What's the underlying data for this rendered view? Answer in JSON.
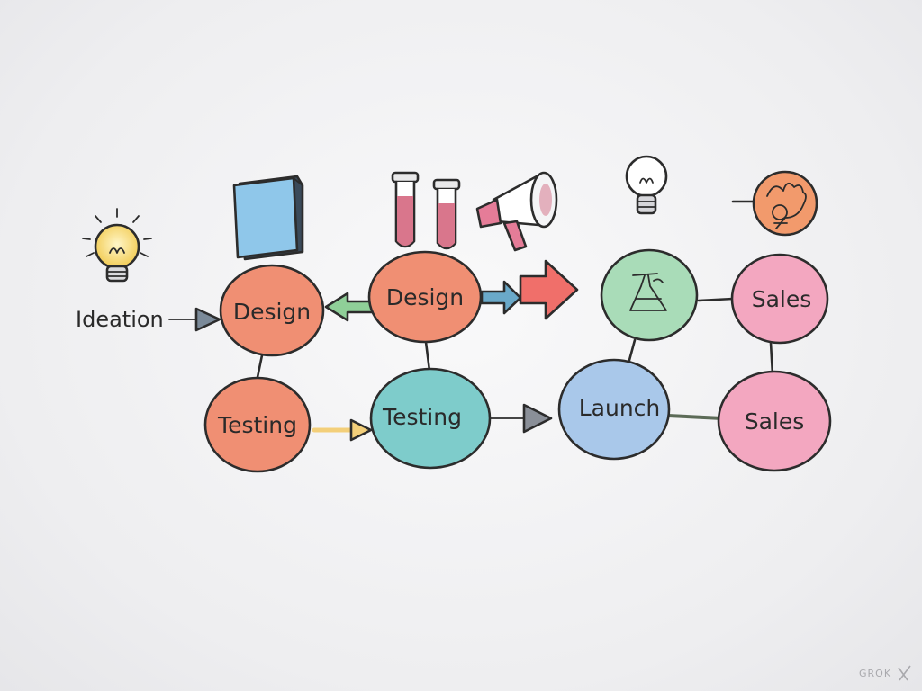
{
  "diagram": {
    "ideation_label": "Ideation",
    "nodes": [
      {
        "id": "design-left",
        "label": "Design",
        "color": "#f08f73"
      },
      {
        "id": "design-top",
        "label": "Design",
        "color": "#f08f73"
      },
      {
        "id": "testing-left",
        "label": "Testing",
        "color": "#f08f73"
      },
      {
        "id": "testing-mid",
        "label": "Testing",
        "color": "#7ecccb"
      },
      {
        "id": "launch",
        "label": "Launch",
        "color": "#a9c8ea"
      },
      {
        "id": "flask-node",
        "label": "",
        "color": "#a9dcb8"
      },
      {
        "id": "sales-top",
        "label": "Sales",
        "color": "#f3a7c0"
      },
      {
        "id": "sales-bottom",
        "label": "Sales",
        "color": "#f3a7c0"
      }
    ],
    "icons": [
      "lightbulb-glowing-icon",
      "book-icon",
      "test-tubes-icon",
      "megaphone-icon",
      "lightbulb-outline-icon",
      "hand-bulb-icon",
      "flask-icon"
    ],
    "colors": {
      "arrow_green": "#8fcf98",
      "arrow_blue": "#6aa9c9",
      "arrow_red": "#f06f6a",
      "arrow_yellow": "#f3cf7a",
      "arrow_gray": "#8a8f98"
    }
  },
  "watermark": "GROK"
}
